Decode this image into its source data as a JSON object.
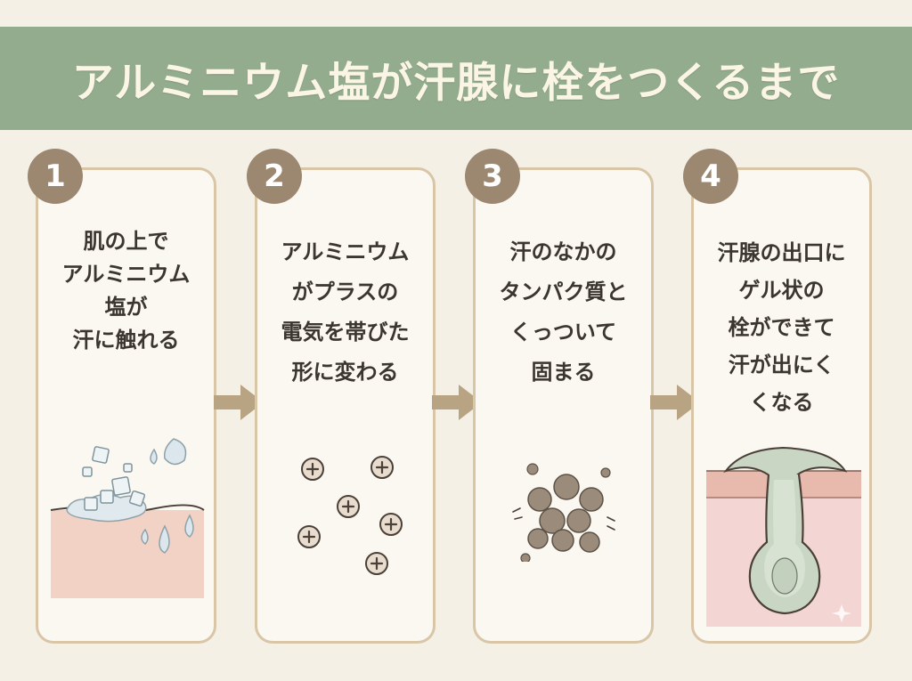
{
  "title": "アルミニウム塩が汗腺に栓をつくるまで",
  "steps": [
    {
      "number": "1",
      "lines": [
        "肌の上で",
        "アルミニウム",
        "塩が",
        "汗に触れる"
      ]
    },
    {
      "number": "2",
      "lines": [
        "アルミニウム",
        "がプラスの",
        "電気を帯びた",
        "形に変わる"
      ]
    },
    {
      "number": "3",
      "lines": [
        "汗のなかの",
        "タンパク質と",
        "くっついて",
        "固まる"
      ]
    },
    {
      "number": "4",
      "lines": [
        "汗腺の出口に",
        "ゲル状の",
        "栓ができて",
        "汗が出にく",
        "くなる"
      ]
    }
  ],
  "colors": {
    "banner": "#93ac8d",
    "background": "#f5f0e6",
    "card_border": "#d8c6a7",
    "badge": "#9c8770",
    "arrow": "#b8a483",
    "skin": "#f3d2c6",
    "gel": "#c9d6c4"
  }
}
